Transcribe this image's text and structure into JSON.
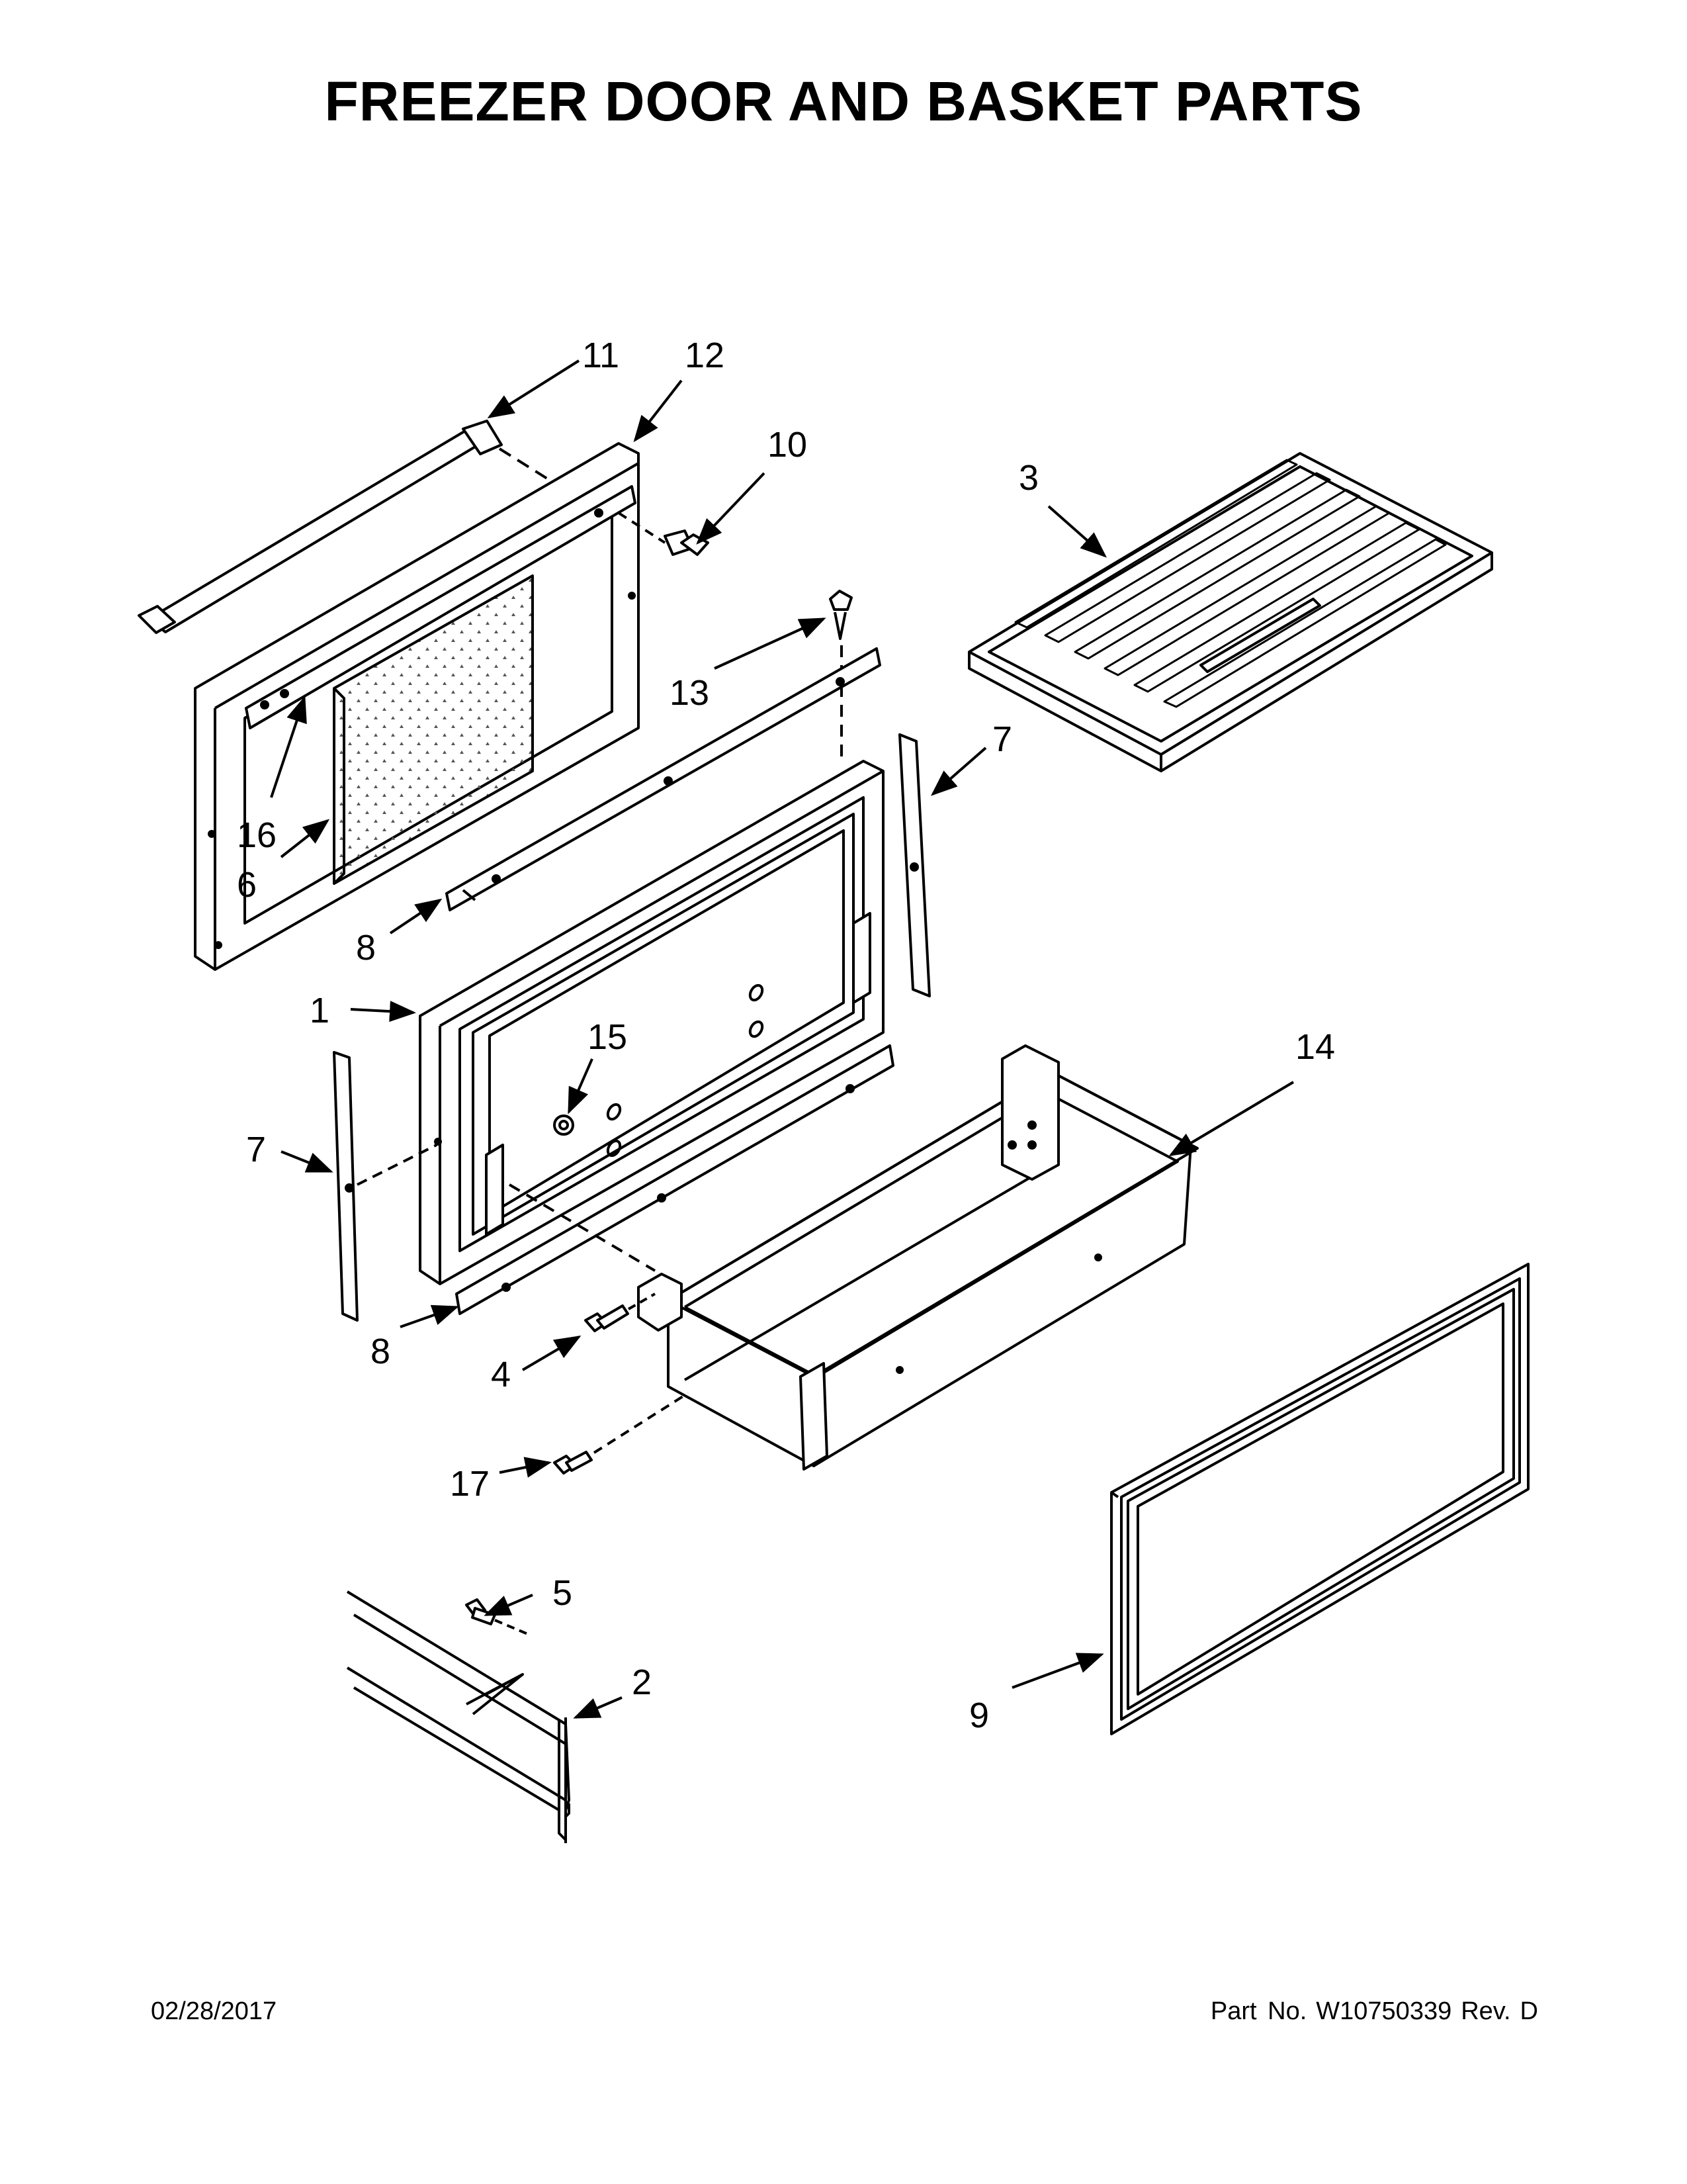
{
  "page": {
    "title": "FREEZER DOOR AND BASKET PARTS",
    "date": "02/28/2017",
    "part_no_label": "Part No.",
    "part_no": "W10750339",
    "rev_label": "Rev.",
    "rev": "D"
  },
  "callouts": {
    "c1": "1",
    "c2": "2",
    "c3": "3",
    "c4": "4",
    "c5": "5",
    "c6": "6",
    "c7a": "7",
    "c7b": "7",
    "c8a": "8",
    "c8b": "8",
    "c9": "9",
    "c10": "10",
    "c11": "11",
    "c12": "12",
    "c13": "13",
    "c14": "14",
    "c15": "15",
    "c16": "16",
    "c17": "17"
  }
}
